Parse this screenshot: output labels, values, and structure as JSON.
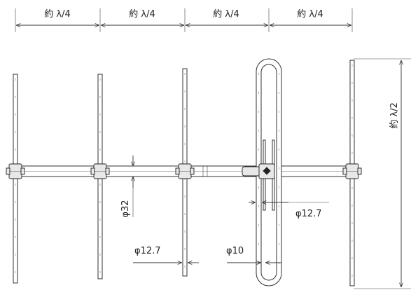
{
  "dimensions": {
    "spacing_labels": [
      "約 λ/4",
      "約 λ/4",
      "約 λ/4",
      "約 λ/4"
    ],
    "element_length_label": "約 λ/2",
    "boom_diameter_label": "φ32",
    "dipole_diameter_label": "φ12.7",
    "element_diameter_label": "φ12.7",
    "feed_tube_diameter_label": "φ10"
  }
}
